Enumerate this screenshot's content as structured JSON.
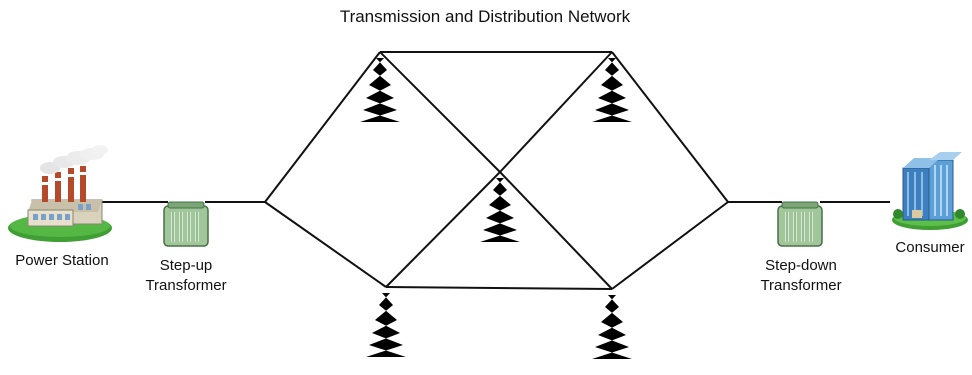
{
  "title": "Transmission and Distribution Network",
  "nodes": {
    "power_station": {
      "label": "Power Station",
      "icon": "power-station-icon"
    },
    "step_up": {
      "label_lines": [
        "Step-up",
        "Transformer"
      ],
      "icon": "transformer-icon"
    },
    "step_down": {
      "label_lines": [
        "Step-down",
        "Transformer"
      ],
      "icon": "transformer-icon"
    },
    "consumer": {
      "label": "Consumer",
      "icon": "building-icon"
    }
  },
  "colors": {
    "line": "#111111",
    "tower": "#2a2a2a",
    "grass": "#3f9e34",
    "factory": "#c8c0a8",
    "chimney": "#b54a2a",
    "transformer": "#8fbf8a",
    "building": "#4a8fc9"
  }
}
